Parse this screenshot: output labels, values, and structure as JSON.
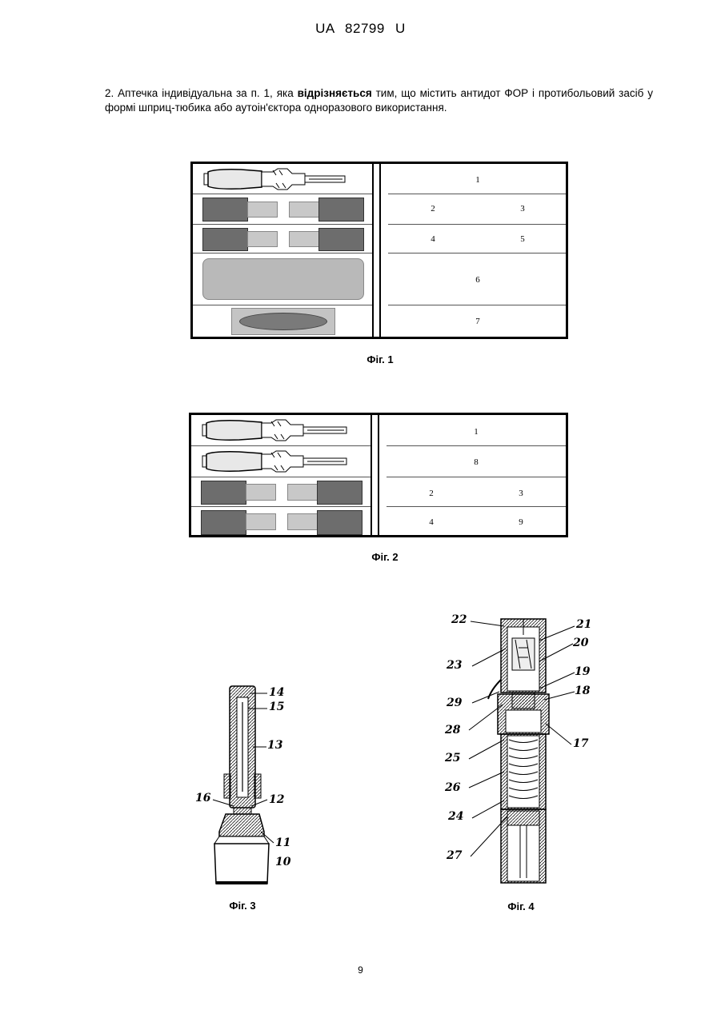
{
  "header": {
    "patent_no": "UA   82799   U"
  },
  "claim": {
    "prefix": "2. Аптечка індивідуальна за п. 1, яка ",
    "bold": "відрізняється",
    "suffix": " тим, що містить антидот ФОР і протибольовий засіб у формі шприц-тюбика або аутоін'єктора одноразового використання."
  },
  "fig1": {
    "caption": "Фіг. 1",
    "labels": [
      "1",
      "2",
      "3",
      "4",
      "5",
      "6",
      "7"
    ]
  },
  "fig2": {
    "caption": "Фіг. 2",
    "labels": [
      "1",
      "8",
      "2",
      "3",
      "4",
      "9"
    ]
  },
  "fig3": {
    "caption": "Фіг. 3",
    "callouts": [
      "14",
      "15",
      "13",
      "16",
      "12",
      "11",
      "10"
    ]
  },
  "fig4": {
    "caption": "Фіг. 4",
    "callouts": [
      "22",
      "21",
      "20",
      "23",
      "19",
      "29",
      "18",
      "28",
      "17",
      "25",
      "26",
      "24",
      "27"
    ]
  },
  "page_number": "9"
}
